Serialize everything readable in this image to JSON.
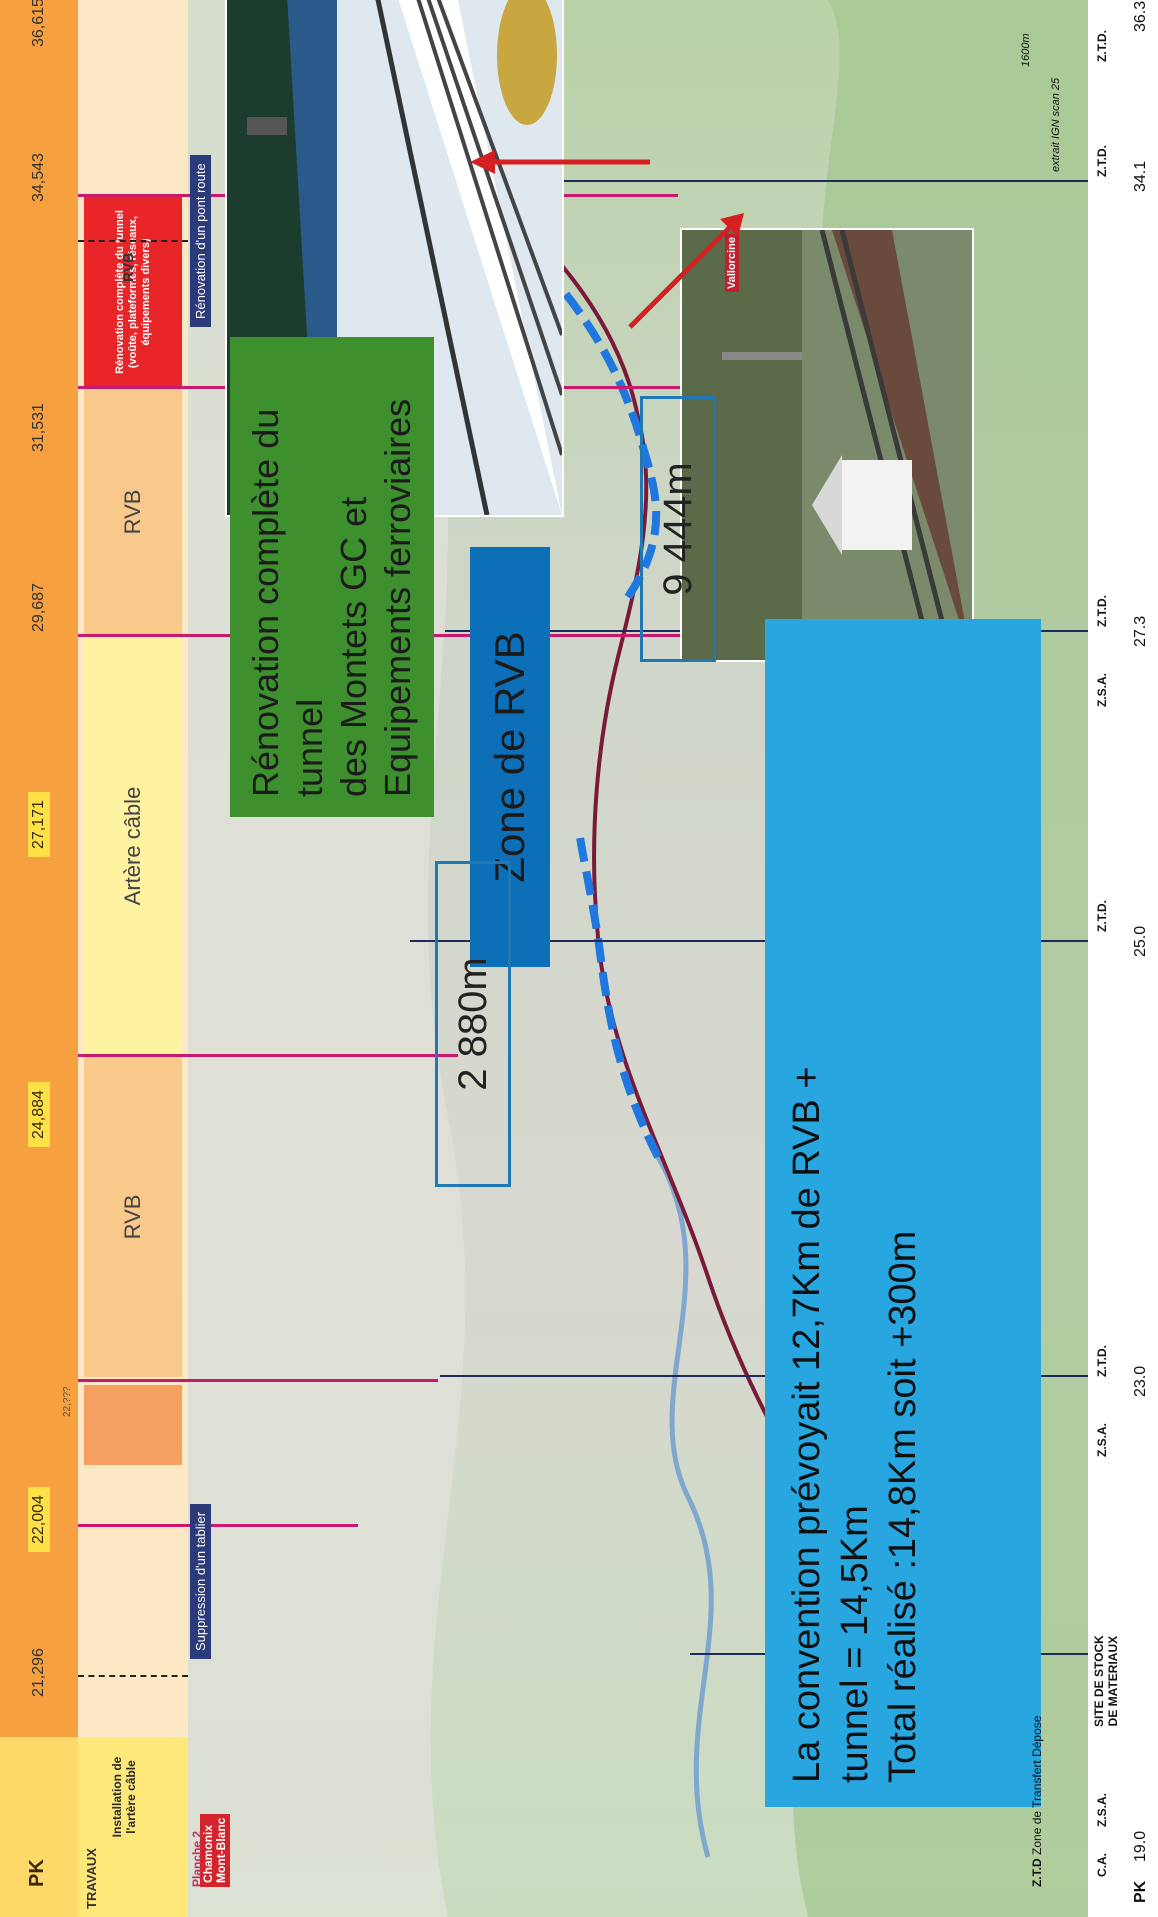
{
  "header": {
    "pk_label": "PK",
    "travaux_label": "TRAVAUX"
  },
  "pk_markers": [
    "21,296",
    "22,004",
    "22,???",
    "24,884",
    "27,171",
    "29,687",
    "31,531",
    "34,543",
    "36,615"
  ],
  "works": {
    "install_artere": "Installation de l'artère câble",
    "suppression_tablier": "Suppression d'un tablier",
    "rvb_1": "RVB",
    "artere_cable": "Artère câble",
    "rvb_2": "RVB",
    "tunnel_renovation": "Rénovation complète du tunnel (voûte, plateformes, réseaux, équipements divers)",
    "rvb_3": "RVB",
    "renovation_pont_route": "Rénovation d'un pont route"
  },
  "boxes": {
    "green": [
      "Rénovation complète du tunnel",
      "des Montets GC et",
      "Equipements ferroviaires"
    ],
    "zone_rvb": "Zone de RVB",
    "distance_1": "2 880m",
    "distance_2": "9 444m",
    "summary": [
      "La convention prévoyait 12,7Km de RVB +",
      "tunnel = 14,5Km",
      "Total réalisé :14,8Km soit +300m"
    ]
  },
  "places": {
    "chamonix_1": "Chamonix",
    "chamonix_2": "Mont-Blanc",
    "planche": "Planche 2",
    "vallorcine": "Vallorcine"
  },
  "legend": {
    "ztd_code": "Z.T.D",
    "ztd_desc": "Zone de Transfert Dépose",
    "ca": "C.A.",
    "zsa": "Z.S.A.",
    "ztd": "Z.T.D.",
    "stock_1": "SITE DE STOCK",
    "stock_2": "DE MATERIAUX",
    "scale": "extrait IGN  scan 25",
    "scale_value": "1600m"
  },
  "pk_bottom": {
    "label": "PK",
    "values": [
      "19.0",
      "23.0",
      "25.0",
      "27.3",
      "34.1",
      "36.3"
    ]
  }
}
